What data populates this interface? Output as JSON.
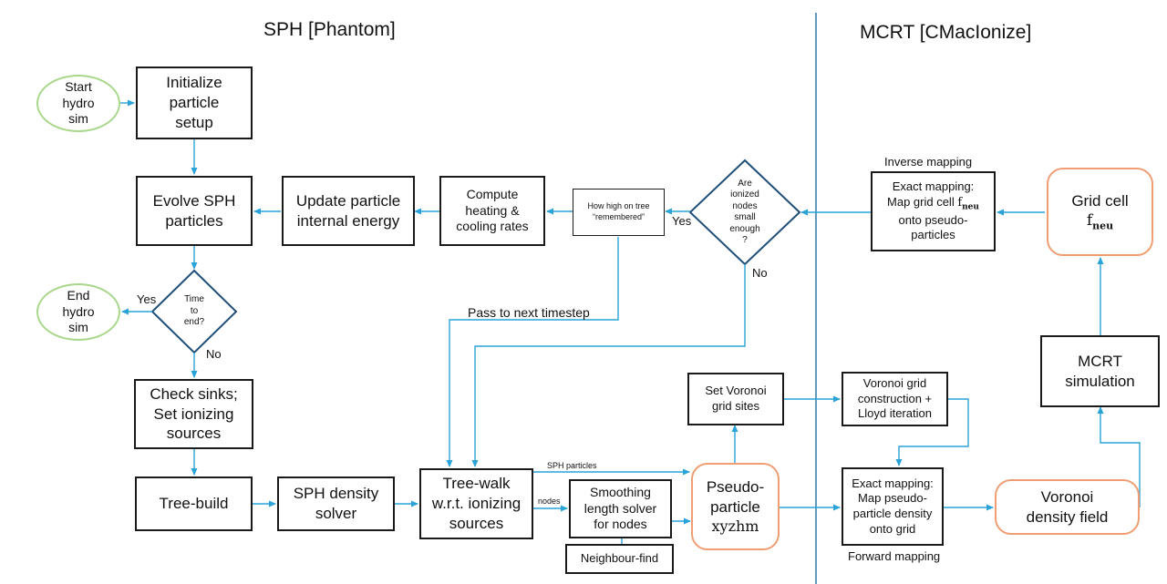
{
  "headers": {
    "sph": "SPH [Phantom]",
    "mcrt": "MCRT [CMacIonize]"
  },
  "nodes": {
    "start": "Start\nhydro\nsim",
    "initialize": "Initialize\nparticle\nsetup",
    "evolve": "Evolve SPH\nparticles",
    "update_energy": "Update particle\ninternal energy",
    "compute_heating": "Compute\nheating &\ncooling rates",
    "how_high": "How high on tree\n“remembered”",
    "are_ionized": "Are\nionized\nnodes\nsmall\nenough\n?",
    "time_to_end": "Time\nto\nend?",
    "end": "End\nhydro\nsim",
    "check_sinks": "Check sinks;\nSet ionizing\nsources",
    "tree_build": "Tree-build",
    "sph_density": "SPH density\nsolver",
    "tree_walk": "Tree-walk\nw.r.t. ionizing\nsources",
    "smoothing": "Smoothing\nlength solver\nfor nodes",
    "neighbour": "Neighbour-find",
    "set_voronoi": "Set Voronoi\ngrid sites",
    "pseudo_particle_text": "Pseudo-\nparticle",
    "pseudo_particle_math": "xyzhm",
    "voronoi_construction": "Voronoi grid\nconstruction +\nLloyd iteration",
    "exact_forward": "Exact mapping:\nMap pseudo-\nparticle density\nonto grid",
    "voronoi_density": "Voronoi\ndensity field",
    "mcrt_sim": "MCRT\nsimulation",
    "grid_cell_text": "Grid cell",
    "grid_cell_math": "f",
    "grid_cell_sub": "neu",
    "exact_inverse_pre": "Exact mapping:\nMap grid cell ",
    "exact_inverse_math": "f",
    "exact_inverse_sub": "neu",
    "exact_inverse_post": "onto pseudo-\nparticles"
  },
  "labels": {
    "yes_ionized": "Yes",
    "no_ionized": "No",
    "yes_time": "Yes",
    "no_time": "No",
    "pass_next": "Pass to next timestep",
    "sph_particles": "SPH particles",
    "nodes": "nodes",
    "inverse_mapping": "Inverse mapping",
    "forward_mapping": "Forward mapping"
  },
  "colors": {
    "arrow": "#29a3d8",
    "divider": "#2f78a8",
    "start_end": "#a9d88c",
    "data_node": "#ee9e72",
    "decision": "#1f4e79"
  }
}
